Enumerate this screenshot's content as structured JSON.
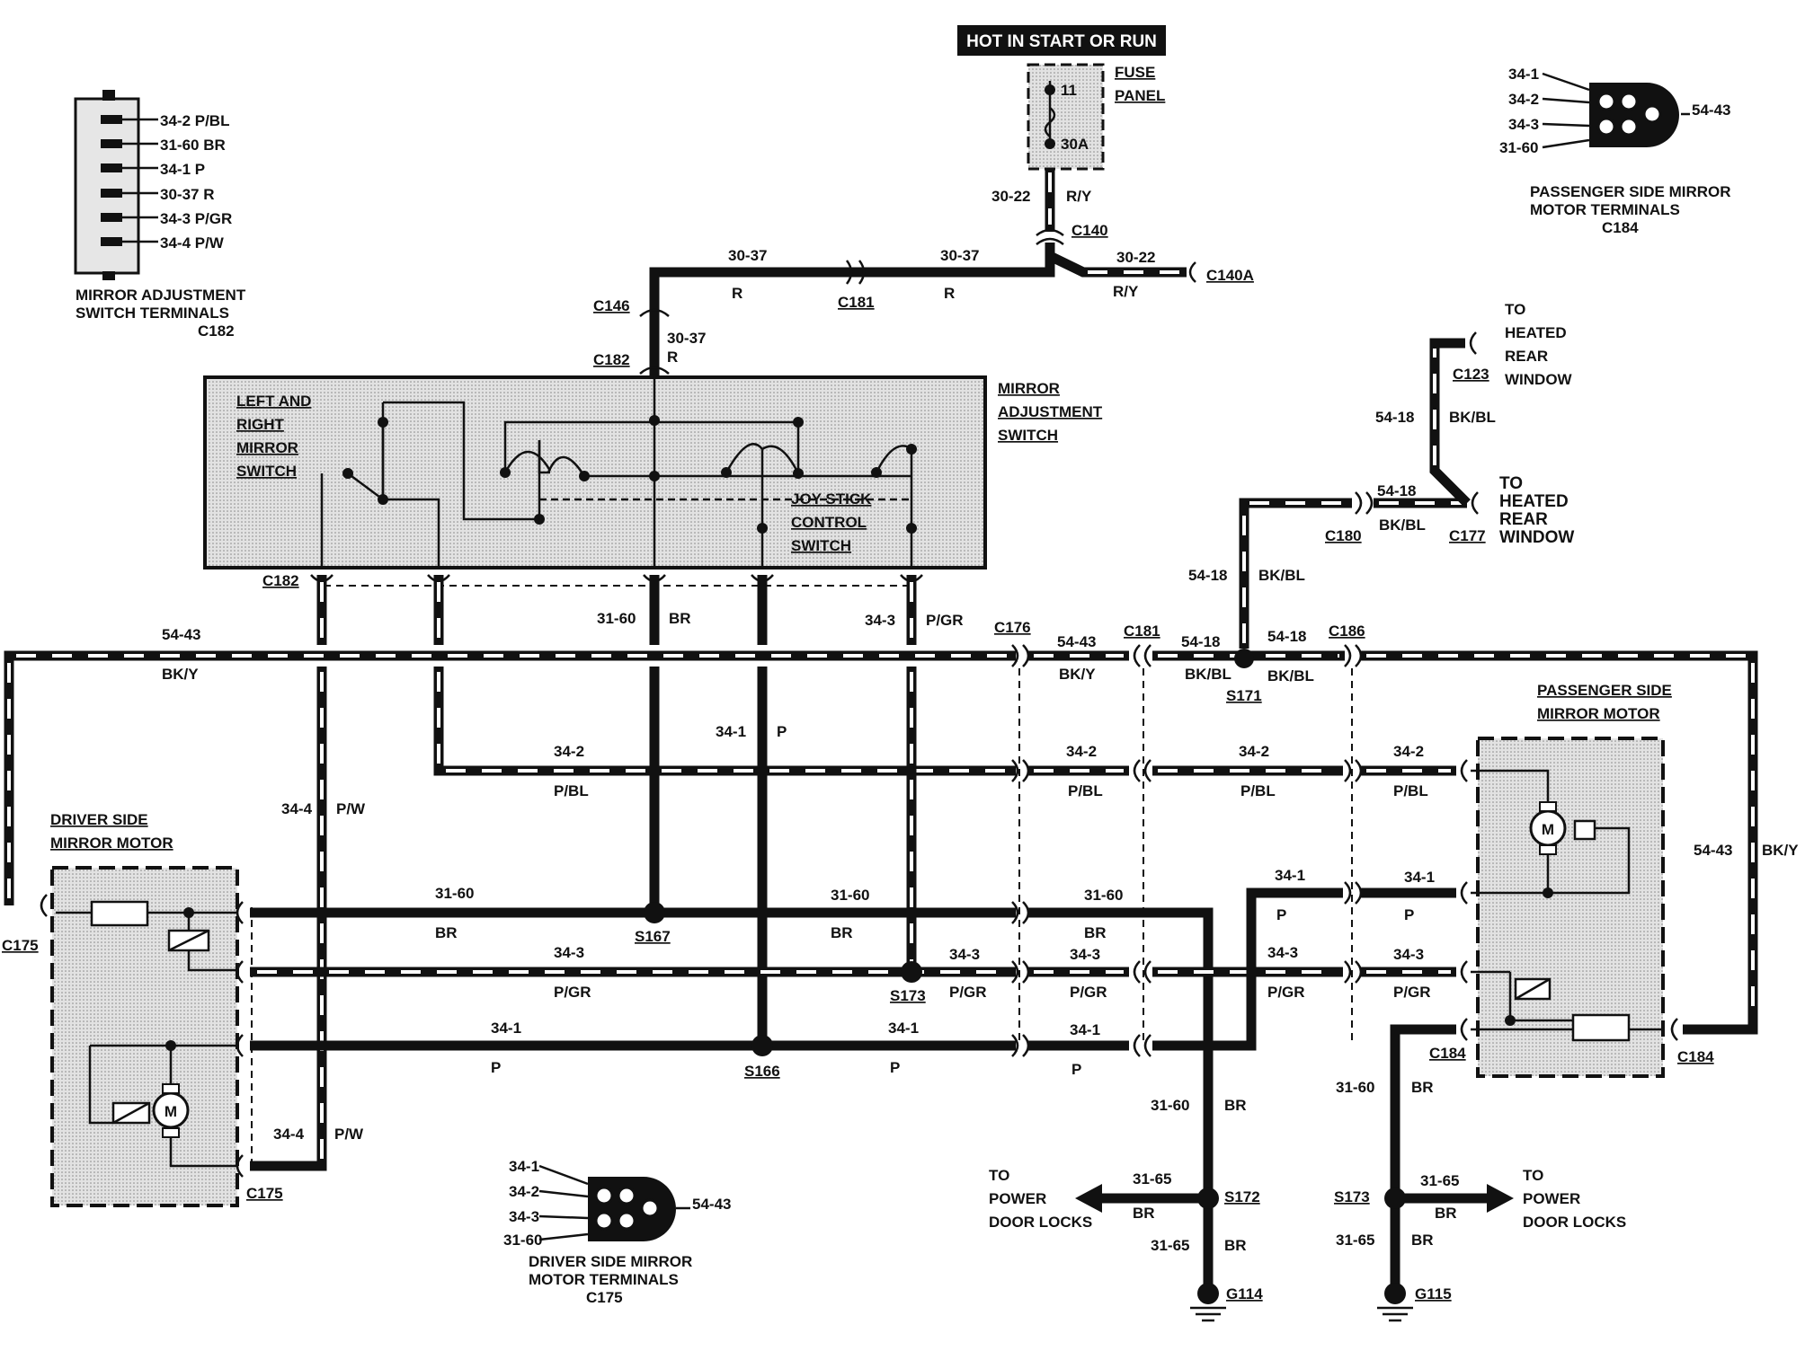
{
  "power_source": {
    "header": "HOT IN START OR RUN",
    "fuse_num": "11",
    "fuse_rating": "30A",
    "fuse_label_1": "FUSE",
    "fuse_label_2": "PANEL"
  },
  "switch_terminals": {
    "pins": [
      "34-2 P/BL",
      "31-60 BR",
      "34-1 P",
      "30-37 R",
      "34-3 P/GR",
      "34-4 P/W"
    ],
    "caption_1": "MIRROR ADJUSTMENT",
    "caption_2": "SWITCH TERMINALS",
    "caption_3": "C182"
  },
  "passenger_terminals": {
    "pins": [
      "34-1",
      "34-2",
      "34-3",
      "31-60"
    ],
    "side": "54-43",
    "caption_1": "PASSENGER SIDE MIRROR",
    "caption_2": "MOTOR TERMINALS",
    "caption_3": "C184"
  },
  "driver_terminals": {
    "pins": [
      "34-1",
      "34-2",
      "34-3",
      "31-60"
    ],
    "side": "54-43",
    "caption_1": "DRIVER SIDE MIRROR",
    "caption_2": "MOTOR TERMINALS",
    "caption_3": "C175"
  },
  "switch_box": {
    "left_1": "LEFT AND",
    "left_2": "RIGHT",
    "left_3": "MIRROR",
    "left_4": "SWITCH",
    "joy_1": "JOY STICK",
    "joy_2": "CONTROL",
    "joy_3": "SWITCH",
    "name_1": "MIRROR",
    "name_2": "ADJUSTMENT",
    "name_3": "SWITCH"
  },
  "driver_motor": {
    "name_1": "DRIVER SIDE",
    "name_2": "MIRROR MOTOR",
    "motor": "M"
  },
  "passenger_motor": {
    "name_1": "PASSENGER SIDE",
    "name_2": "MIRROR MOTOR",
    "motor": "M"
  },
  "connectors": {
    "c140": "C140",
    "c140a": "C140A",
    "c146": "C146",
    "c181_top": "C181",
    "c182_top": "C182",
    "c182_mid": "C182",
    "c123": "C123",
    "c180": "C180",
    "c177": "C177",
    "c176": "C176",
    "c181_mid": "C181",
    "c186": "C186",
    "c175_left": "C175",
    "c175_bot": "C175",
    "c184_left": "C184",
    "c184_right": "C184"
  },
  "splices": {
    "s167": "S167",
    "s173_mid": "S173",
    "s166": "S166",
    "s171": "S171",
    "s172": "S172",
    "s173_bot": "S173"
  },
  "grounds": {
    "g114": "G114",
    "g115": "G115"
  },
  "destinations": {
    "hrw1_1": "TO",
    "hrw1_2": "HEATED",
    "hrw1_3": "REAR",
    "hrw1_4": "WINDOW",
    "hrw2_1": "TO",
    "hrw2_2": "HEATED",
    "hrw2_3": "REAR",
    "hrw2_4": "WINDOW",
    "pdl_left_1": "TO",
    "pdl_left_2": "POWER",
    "pdl_left_3": "DOOR  LOCKS",
    "pdl_right_1": "TO",
    "pdl_right_2": "POWER",
    "pdl_right_3": "DOOR  LOCKS"
  },
  "circuits": {
    "c30_22_a": "30-22",
    "ry_a": "R/Y",
    "c30_22_b": "30-22",
    "ry_b": "R/Y",
    "c30_37_a": "30-37",
    "r_a": "R",
    "c30_37_b": "30-37",
    "r_b": "R",
    "c30_37_c": "30-37",
    "r_c": "R",
    "c54_18_a": "54-18",
    "bkbl_a": "BK/BL",
    "c54_18_b": "54-18",
    "bkbl_b": "BK/BL",
    "c54_18_c": "54-18",
    "bkbl_c": "BK/BL",
    "c54_18_d": "54-18",
    "bkbl_d": "BK/BL",
    "c54_18_e": "54-18",
    "bkbl_e": "BK/BL",
    "c54_43_a": "54-43",
    "bky_a": "BK/Y",
    "c54_43_b": "54-43",
    "bky_b": "BK/Y",
    "c54_43_c": "54-43",
    "bky_c": "BK/Y",
    "c31_60_a": "31-60",
    "br_a": "BR",
    "c34_3_a": "34-3",
    "pgr_a": "P/GR",
    "c34_1_a": "34-1",
    "p_a": "P",
    "c34_2_a": "34-2",
    "pbl_a": "P/BL",
    "c34_2_b": "34-2",
    "pbl_b": "P/BL",
    "c34_2_c": "34-2",
    "pbl_c": "P/BL",
    "c34_2_d": "34-2",
    "pbl_d": "P/BL",
    "c34_4_a": "34-4",
    "pw_a": "P/W",
    "c34_4_b": "34-4",
    "pw_b": "P/W",
    "c31_60_b": "31-60",
    "br_b": "BR",
    "c31_60_c": "31-60",
    "br_c": "BR",
    "c31_60_d": "31-60",
    "br_d": "BR",
    "c34_3_b": "34-3",
    "pgr_b": "P/GR",
    "c34_3_c": "34-3",
    "pgr_c": "P/GR",
    "c34_3_d": "34-3",
    "pgr_d": "P/GR",
    "c34_3_e": "34-3",
    "pgr_e": "P/GR",
    "c34_3_f": "34-3",
    "pgr_f": "P/GR",
    "c34_1_b": "34-1",
    "p_b": "P",
    "c34_1_c": "34-1",
    "p_c": "P",
    "c34_1_d": "34-1",
    "p_d": "P",
    "c34_1_e": "34-1",
    "p_e": "P",
    "c34_1_f": "34-1",
    "p_f": "P",
    "c31_60_e": "31-60",
    "br_e": "BR",
    "c31_60_f": "31-60",
    "br_f": "BR",
    "c31_65_a": "31-65",
    "br_g": "BR",
    "c31_65_b": "31-65",
    "br_h": "BR",
    "c31_65_c": "31-65",
    "br_i": "BR",
    "c31_65_d": "31-65",
    "br_j": "BR"
  }
}
